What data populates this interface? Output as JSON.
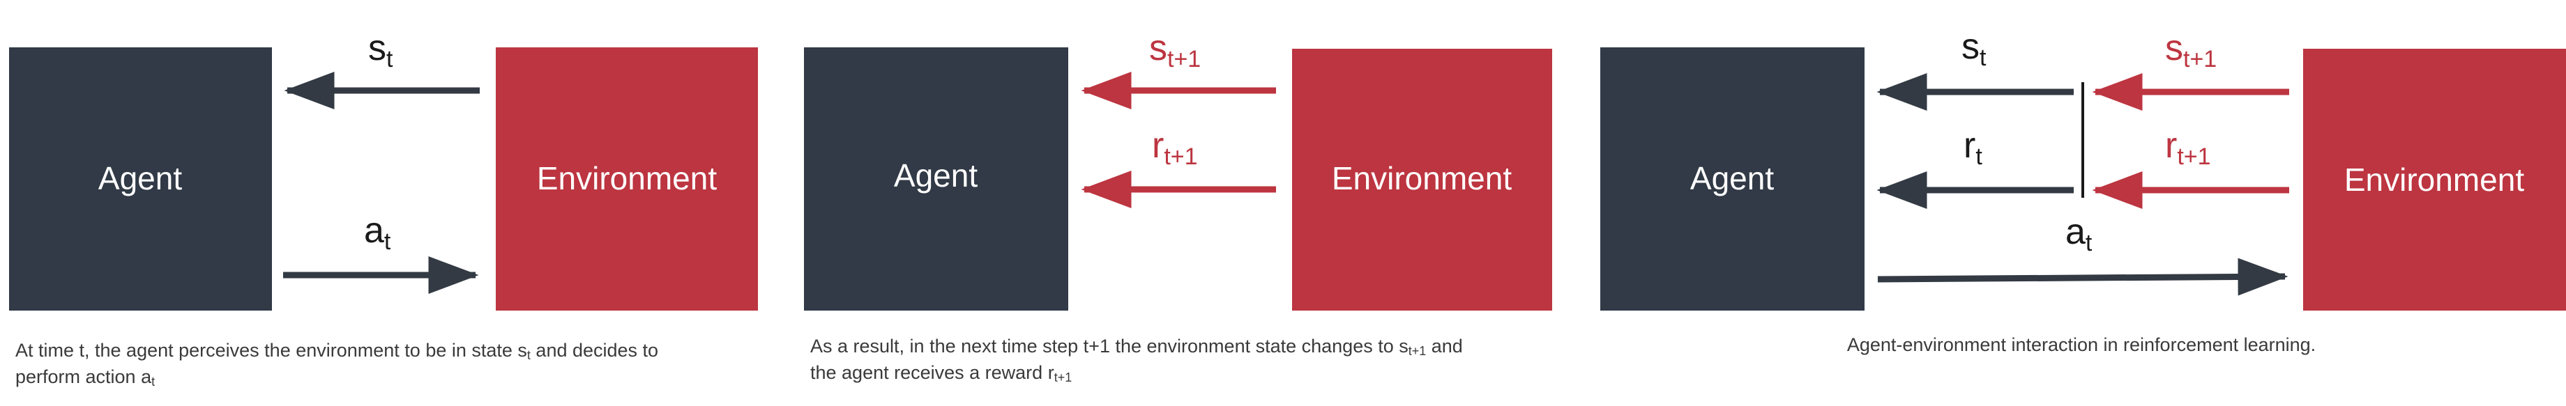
{
  "colors": {
    "agent": "#313a46",
    "environment": "#bc3540",
    "dark_arrow": "#333a43",
    "red_arrow": "#bc3540",
    "dark_text": "#1a1a1a",
    "red_text": "#bc3540"
  },
  "panels": [
    {
      "agent_label": "Agent",
      "env_label": "Environment",
      "state": {
        "base": "s",
        "sub": "t"
      },
      "action": {
        "base": "a",
        "sub": "t"
      },
      "caption": {
        "line1_before": "At time t, the agent perceives the environment to be in state s",
        "line1_sub": "t",
        "line1_after": " and decides to",
        "line2_before": "perform action a",
        "line2_sub": "t"
      }
    },
    {
      "agent_label": "Agent",
      "env_label": "Environment",
      "state": {
        "base": "s",
        "sub": "t+1"
      },
      "reward": {
        "base": "r",
        "sub": "t+1"
      },
      "caption": {
        "line1_before": "As a result, in the next time step t+1 the environment state changes to s",
        "line1_sub": "t+1",
        "line1_after": " and",
        "line2_before": "the agent receives a reward r",
        "line2_sub": "t+1"
      }
    },
    {
      "agent_label": "Agent",
      "env_label": "Environment",
      "state_old": {
        "base": "s",
        "sub": "t"
      },
      "reward_old": {
        "base": "r",
        "sub": "t"
      },
      "state_new": {
        "base": "s",
        "sub": "t+1"
      },
      "reward_new": {
        "base": "r",
        "sub": "t+1"
      },
      "action": {
        "base": "a",
        "sub": "t"
      },
      "caption": {
        "text": "Agent-environment interaction in reinforcement learning."
      }
    }
  ]
}
